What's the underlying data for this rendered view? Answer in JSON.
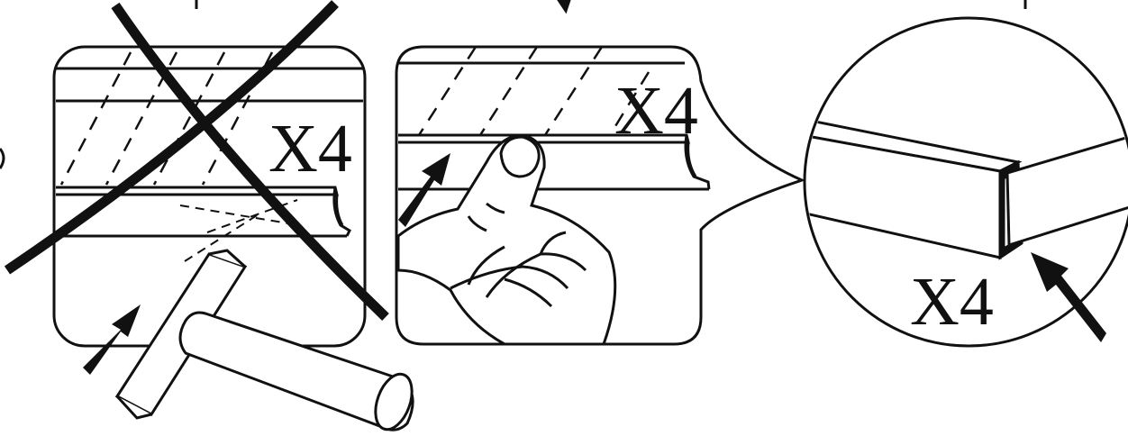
{
  "colors": {
    "line": "#111111",
    "background": "#ffffff"
  },
  "panels": {
    "wrong": {
      "quantity_label": "X4",
      "icons": [
        "rubber-mallet-icon",
        "cross-out-icon",
        "arrow-icon"
      ]
    },
    "correct": {
      "quantity_label": "X4",
      "icons": [
        "hand-press-icon",
        "arrow-icon"
      ]
    },
    "detail": {
      "quantity_label": "X4",
      "icons": [
        "magnifier-circle-icon",
        "arrow-icon"
      ]
    }
  }
}
